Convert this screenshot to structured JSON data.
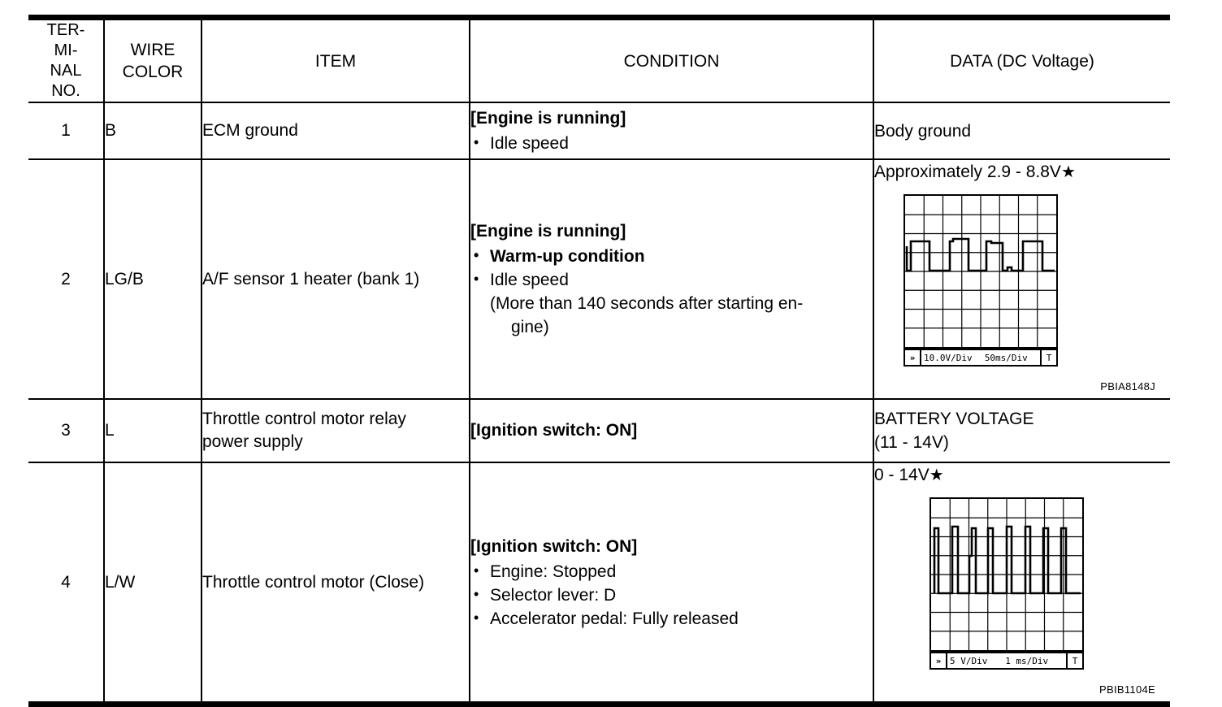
{
  "table": {
    "headers": [
      {
        "id": "terminal-no",
        "label": "TER-\nMI-\nNAL\nNO."
      },
      {
        "id": "wire-color",
        "label": "WIRE\nCOLOR"
      },
      {
        "id": "item",
        "label": "ITEM"
      },
      {
        "id": "condition",
        "label": "CONDITION"
      },
      {
        "id": "data",
        "label": "DATA (DC Voltage)"
      }
    ],
    "header_plain": {
      "terminal_l1": "TER-",
      "terminal_l2": "MI-",
      "terminal_l3": "NAL",
      "terminal_l4": "NO.",
      "wire_l1": "WIRE",
      "wire_l2": "COLOR",
      "item": "ITEM",
      "condition": "CONDITION",
      "data": "DATA (DC Voltage)"
    },
    "rows": [
      {
        "terminal": "1",
        "wire_color": "B",
        "item": "ECM ground",
        "condition": {
          "head": "[Engine is running]",
          "bullets": [
            {
              "text": "Idle speed",
              "bold": false
            }
          ]
        },
        "data": {
          "value": "Body ground",
          "value2": "",
          "star": "",
          "scope": null
        }
      },
      {
        "terminal": "2",
        "wire_color": "LG/B",
        "item": "A/F sensor 1 heater (bank 1)",
        "condition": {
          "head": "[Engine is running]",
          "bullets": [
            {
              "text": "Warm-up condition",
              "bold": true
            },
            {
              "text": "Idle speed",
              "bold": false,
              "cont": "(More than 140 seconds after starting en-",
              "cont2": "gine)"
            }
          ]
        },
        "data": {
          "value": "Approximately 2.9 - 8.8V",
          "value2": "",
          "star": "★",
          "scope": {
            "volt_div": "10.0V/Div",
            "time_div": "50ms/Div",
            "fast_forward": "»",
            "trigger": "T",
            "code": "PBIA8148J",
            "waveform_type": "square-wave",
            "grid_divisions": 8
          }
        }
      },
      {
        "terminal": "3",
        "wire_color": "L",
        "item": "Throttle control motor relay\npower supply",
        "item_l1": "Throttle control motor relay",
        "item_l2": "power supply",
        "condition": {
          "head": "[Ignition switch: ON]",
          "bullets": []
        },
        "data": {
          "value": "BATTERY VOLTAGE",
          "value2": "(11 - 14V)",
          "star": "",
          "scope": null
        }
      },
      {
        "terminal": "4",
        "wire_color": "L/W",
        "item": "Throttle control motor (Close)",
        "condition": {
          "head": "[Ignition switch: ON]",
          "bullets": [
            {
              "text": "Engine: Stopped",
              "bold": false
            },
            {
              "text": "Selector lever: D",
              "bold": false
            },
            {
              "text": "Accelerator pedal: Fully released",
              "bold": false
            }
          ]
        },
        "data": {
          "value": "0 - 14V",
          "value2": "",
          "star": "★",
          "scope": {
            "volt_div": "5 V/Div",
            "time_div": "1 ms/Div",
            "fast_forward": "»",
            "trigger": "T",
            "code": "PBIB1104E",
            "waveform_type": "narrow-pulse-train",
            "grid_divisions": 8
          }
        }
      }
    ]
  },
  "colors": {
    "ink": "#000000",
    "paper": "#ffffff"
  }
}
